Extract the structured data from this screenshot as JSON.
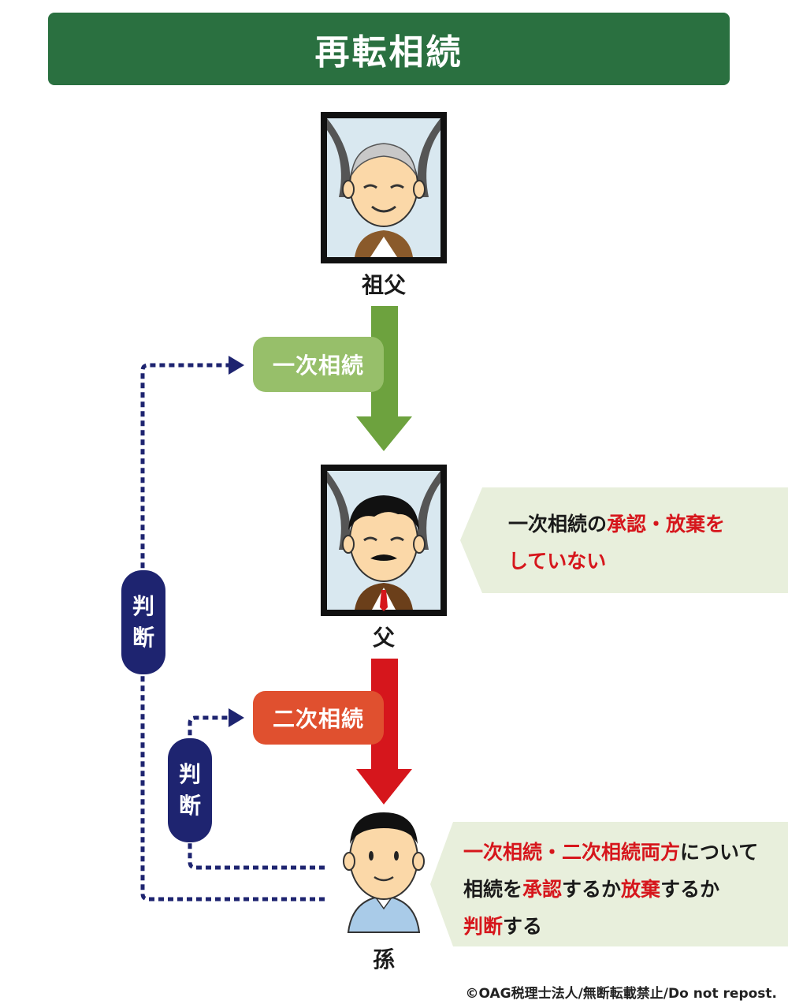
{
  "title": "再転相続",
  "persons": {
    "grandfather": "祖父",
    "father": "父",
    "grandchild": "孫"
  },
  "steps": {
    "first": "一次相続",
    "second": "二次相続"
  },
  "judge": {
    "outer": [
      "判",
      "断"
    ],
    "inner": [
      "判",
      "断"
    ]
  },
  "callout_father": {
    "line1_a": "一次相続の",
    "line1_b": "承認・放棄を",
    "line2": "していない"
  },
  "callout_child": {
    "line1_a": "一次相続・二次相続両方",
    "line1_b": "について",
    "line2_a": "相続を",
    "line2_b": "承認",
    "line2_c": "するか",
    "line2_d": "放棄",
    "line2_e": "するか",
    "line3_a": "判断",
    "line3_b": "する"
  },
  "copyright": "©OAG税理士法人/無断転載禁止/Do not repost.",
  "colors": {
    "title_bg": "#2a7040",
    "first_arrow": "#6da23e",
    "first_pill": "#97bf6a",
    "second_arrow": "#d6161c",
    "second_pill": "#e0502f",
    "judge": "#1e2470",
    "callout_bg": "#e8efdc",
    "highlight": "#d6161c"
  }
}
